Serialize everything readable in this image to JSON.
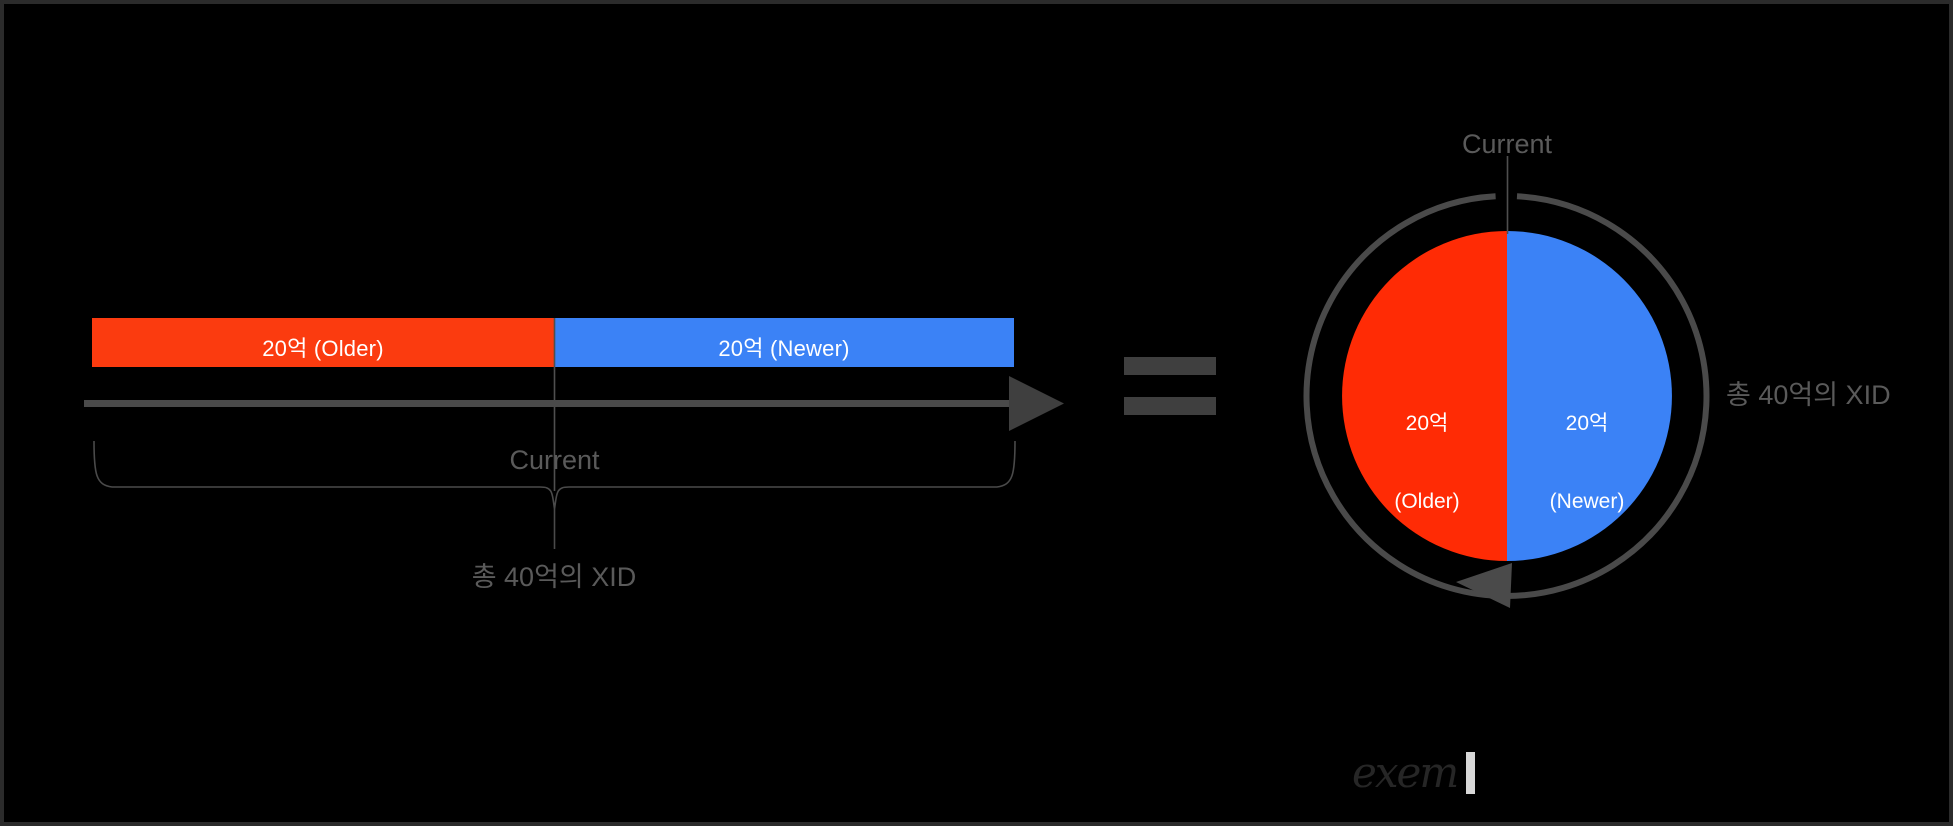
{
  "theme": {
    "background": "#000000",
    "bar_older_color": "#FB3B0F",
    "bar_newer_color": "#3B82F6",
    "pie_older_color": "#FF2B05",
    "pie_newer_color": "#3B82F6",
    "line_color": "#4a4a4a",
    "muted_text_color": "#5a5a5a",
    "label_text_color": "#ffffff"
  },
  "timeline": {
    "segments": [
      {
        "label": "20억 (Older)",
        "value": 2000000000,
        "share": 0.5,
        "color": "#FB3B0F",
        "name": "older"
      },
      {
        "label": "20억 (Newer)",
        "value": 2000000000,
        "share": 0.5,
        "color": "#3B82F6",
        "name": "newer"
      }
    ],
    "current_marker_label": "Current",
    "brace_label": "총 40억의 XID",
    "axis_direction": "right"
  },
  "equals": {
    "symbol": "=",
    "meaning": "equals"
  },
  "wraparound": {
    "current_marker_label": "Current",
    "outer_ring_label": "총 40억의 XID",
    "rotation_direction": "counter-clockwise",
    "slices": [
      {
        "line1": "20억",
        "line2": "(Older)",
        "value": 2000000000,
        "share": 0.5,
        "color": "#FF2B05",
        "name": "older"
      },
      {
        "line1": "20억",
        "line2": "(Newer)",
        "value": 2000000000,
        "share": 0.5,
        "color": "#3B82F6",
        "name": "newer"
      }
    ]
  },
  "branding": {
    "logo_text": "exem"
  },
  "chart_data": {
    "type": "pie",
    "title": "총 40억의 XID",
    "categories": [
      "20억 (Older)",
      "20억 (Newer)"
    ],
    "values": [
      2000000000,
      2000000000
    ],
    "percentages": [
      50,
      50
    ],
    "colors": [
      "#FF2B05",
      "#3B82F6"
    ],
    "total": 4000000000,
    "annotations": [
      "Current",
      "총 40억의 XID"
    ],
    "legend": "none",
    "grid": false,
    "xlabel": "",
    "ylabel": "",
    "companion": {
      "type": "bar",
      "orientation": "horizontal-stacked",
      "categories": [
        "20억 (Older)",
        "20억 (Newer)"
      ],
      "values": [
        2000000000,
        2000000000
      ],
      "colors": [
        "#FB3B0F",
        "#3B82F6"
      ],
      "total": 4000000000,
      "xlim": [
        0,
        4000000000
      ]
    }
  }
}
